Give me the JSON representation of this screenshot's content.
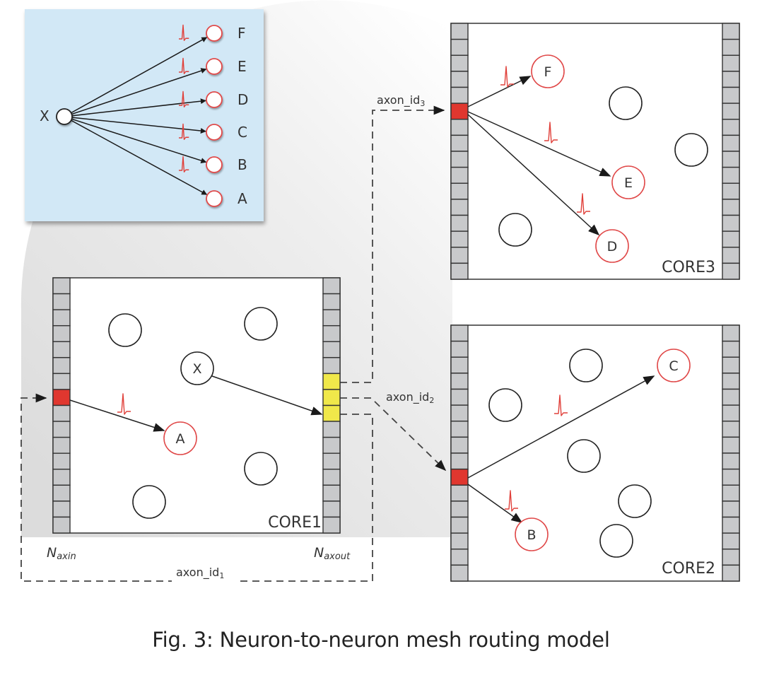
{
  "figure": {
    "caption": "Fig. 3: Neuron-to-neuron mesh routing model"
  },
  "colors": {
    "inset_background": "#d2e8f6",
    "spike": "#e0403a",
    "active_axon": "#e0372f",
    "output_axon": "#f0e84a",
    "buffer_cell": "#c8c9cb",
    "neuron_target_stroke": "#e04848",
    "line": "#222222"
  },
  "inset": {
    "source_label": "X",
    "targets": [
      "F",
      "E",
      "D",
      "C",
      "B",
      "A"
    ]
  },
  "cores": [
    {
      "id": "core1",
      "label": "CORE1",
      "cells_per_column": 16,
      "left_active_cells": [
        7
      ],
      "right_output_cells": [
        6,
        7,
        8
      ],
      "left_column_label_main": "N",
      "left_column_label_sub": "axin",
      "right_column_label_main": "N",
      "right_column_label_sub": "axout",
      "neurons": [
        {
          "label": "X",
          "type": "source"
        },
        {
          "label": "A",
          "type": "target"
        },
        {
          "label": "",
          "type": "idle"
        },
        {
          "label": "",
          "type": "idle"
        },
        {
          "label": "",
          "type": "idle"
        },
        {
          "label": "",
          "type": "idle"
        }
      ]
    },
    {
      "id": "core3",
      "label": "CORE3",
      "cells_per_column": 16,
      "left_active_cells": [
        5
      ],
      "neurons": [
        {
          "label": "F",
          "type": "target"
        },
        {
          "label": "E",
          "type": "target"
        },
        {
          "label": "D",
          "type": "target"
        },
        {
          "label": "",
          "type": "idle"
        },
        {
          "label": "",
          "type": "idle"
        },
        {
          "label": "",
          "type": "idle"
        }
      ]
    },
    {
      "id": "core2",
      "label": "CORE2",
      "cells_per_column": 16,
      "left_active_cells": [
        9
      ],
      "neurons": [
        {
          "label": "C",
          "type": "target"
        },
        {
          "label": "B",
          "type": "target"
        },
        {
          "label": "",
          "type": "idle"
        },
        {
          "label": "",
          "type": "idle"
        },
        {
          "label": "",
          "type": "idle"
        },
        {
          "label": "",
          "type": "idle"
        },
        {
          "label": "",
          "type": "idle"
        }
      ]
    }
  ],
  "routes": [
    {
      "label_main": "axon_id",
      "label_sub": "1",
      "from": "core1",
      "to": "core1"
    },
    {
      "label_main": "axon_id",
      "label_sub": "2",
      "from": "core1",
      "to": "core2"
    },
    {
      "label_main": "axon_id",
      "label_sub": "3",
      "from": "core1",
      "to": "core3"
    }
  ]
}
